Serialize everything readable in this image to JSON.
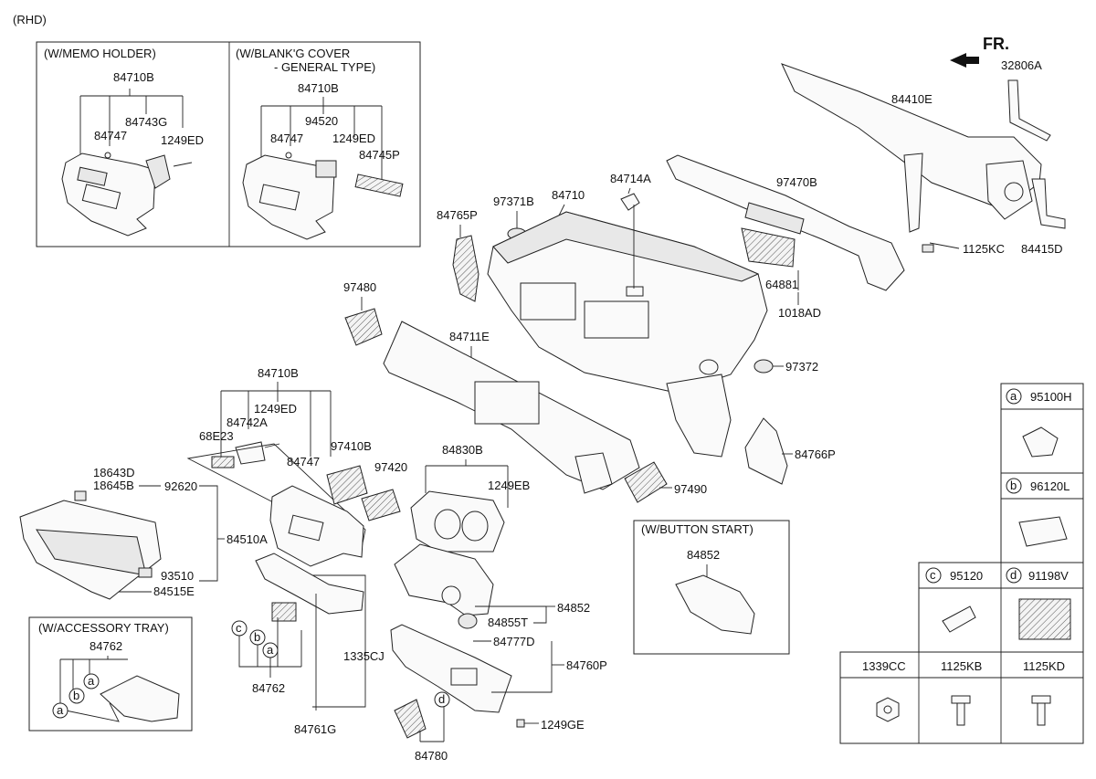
{
  "header": {
    "variant": "(RHD)"
  },
  "direction": {
    "label": "FR."
  },
  "insets": {
    "memo_holder": {
      "title": "(W/MEMO HOLDER)"
    },
    "blanking_cover": {
      "title_line1": "(W/BLANK'G COVER",
      "title_line2": "- GENERAL TYPE)"
    },
    "accessory_tray": {
      "title": "(W/ACCESSORY TRAY)"
    },
    "button_start": {
      "title": "(W/BUTTON START)"
    }
  },
  "parts": {
    "p84710B_memo": "84710B",
    "p84743G": "84743G",
    "p84747_memo": "84747",
    "p1249ED_memo": "1249ED",
    "p84710B_blank": "84710B",
    "p94520": "94520",
    "p84747_blank": "84747",
    "p1249ED_blank": "1249ED",
    "p84745P": "84745P",
    "p84714A": "84714A",
    "p97371B": "97371B",
    "p84710": "84710",
    "p84765P": "84765P",
    "p97470B": "97470B",
    "p64881": "64881",
    "p1018AD": "1018AD",
    "p32806A": "32806A",
    "p84410E": "84410E",
    "p1125KC": "1125KC",
    "p84415D": "84415D",
    "p97480": "97480",
    "p84711E": "84711E",
    "p97372": "97372",
    "p84766P": "84766P",
    "p84710B_main": "84710B",
    "p1249ED_main": "1249ED",
    "p84742A": "84742A",
    "p68E23": "68E23",
    "p84747_main": "84747",
    "p97410B": "97410B",
    "p97420": "97420",
    "p84830B": "84830B",
    "p1249EB": "1249EB",
    "p97490": "97490",
    "p18643D": "18643D",
    "p18645B": "18645B",
    "p92620": "92620",
    "p84510A": "84510A",
    "p93510": "93510",
    "p84515E": "84515E",
    "p84852_start": "84852",
    "p84852": "84852",
    "p84855T": "84855T",
    "p84777D": "84777D",
    "p84760P": "84760P",
    "p1335CJ": "1335CJ",
    "p84762_tray": "84762",
    "p84762": "84762",
    "p84761G": "84761G",
    "p1249GE": "1249GE",
    "p84780": "84780"
  },
  "callouts": {
    "a": "a",
    "b": "b",
    "c": "c",
    "d": "d"
  },
  "legend": {
    "a": {
      "letter": "a",
      "part": "95100H"
    },
    "b": {
      "letter": "b",
      "part": "96120L"
    },
    "c": {
      "letter": "c",
      "part": "95120"
    },
    "d": {
      "letter": "d",
      "part": "91198V"
    },
    "h1": "1339CC",
    "h2": "1125KB",
    "h3": "1125KD"
  }
}
